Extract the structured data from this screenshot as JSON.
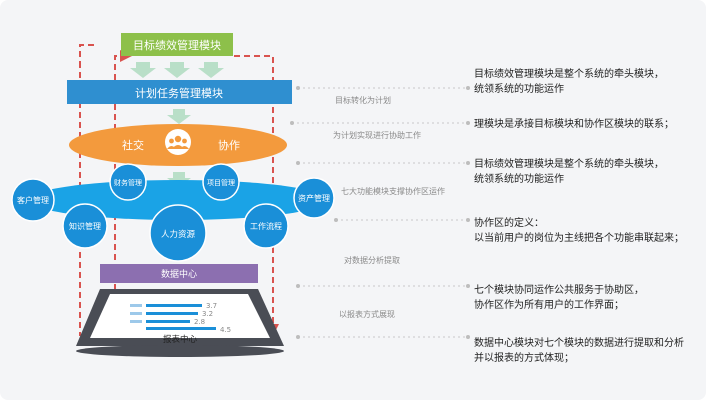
{
  "colors": {
    "green": "#8dc04a",
    "blue": "#2f8fd0",
    "orange": "#f39a3d",
    "cyan": "#1aa3e6",
    "circle": "#1a8fd8",
    "purple": "#8c6fb0",
    "device": "#4a4d55",
    "red": "#d9534f",
    "arrow": "#b9dfc8",
    "dash": "#c8c8c8"
  },
  "blocks": {
    "goal": "目标绩效管理模块",
    "plan": "计划任务管理模块",
    "social": "社交",
    "collab": "协作",
    "data_center": "数据中心",
    "report_center": "报表中心"
  },
  "circles": {
    "customer": "客户管理",
    "finance": "财务管理",
    "project": "项目管理",
    "asset": "资产管理",
    "knowledge": "知识管理",
    "hr": "人力资源",
    "workflow": "工作流程"
  },
  "report_values": [
    "3.7",
    "3.2",
    "2.8",
    "4.5"
  ],
  "mid_labels": [
    "目标转化为计划",
    "为计划实现进行协助工作",
    "七大功能模块支撑协作区运作",
    "对数据分析提取",
    "以报表方式展现"
  ],
  "descriptions": [
    [
      "目标绩效管理模块是整个系统的牵头模块，",
      "统领系统的功能运作"
    ],
    [
      "理模块是承接目标模块和协作区模块的联系；"
    ],
    [
      "目标绩效管理模块是整个系统的牵头模块，",
      "统领系统的功能运作"
    ],
    [
      "协作区的定义：",
      "以当前用户的岗位为主线把各个功能串联起来；"
    ],
    [
      "七个模块协同运作公共服务于协助区，",
      "协作区作为所有用户的工作界面；"
    ],
    [
      "数据中心模块对七个模块的数据进行提取和分析",
      "并以报表的方式体现；"
    ]
  ]
}
